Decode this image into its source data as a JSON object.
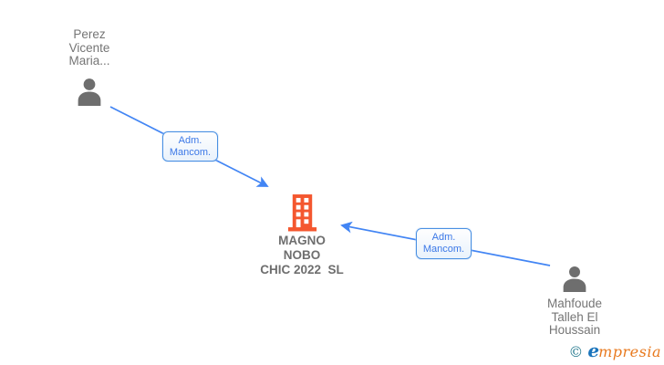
{
  "diagram": {
    "nodes": {
      "person1": {
        "type": "person",
        "name_lines": [
          "Perez",
          "Vicente",
          "Maria..."
        ]
      },
      "company": {
        "type": "company",
        "name_lines": [
          "MAGNO",
          "NOBO",
          "CHIC 2022  SL"
        ]
      },
      "person2": {
        "type": "person",
        "name_lines": [
          "Mahfoude",
          "Talleh El",
          "Houssain"
        ]
      }
    },
    "edges": [
      {
        "from": "person1",
        "to": "company",
        "label_lines": [
          "Adm.",
          "Mancom."
        ]
      },
      {
        "from": "person2",
        "to": "company",
        "label_lines": [
          "Adm.",
          "Mancom."
        ]
      }
    ]
  },
  "footer": {
    "copyright_symbol": "©",
    "brand_initial": "e",
    "brand_rest": "mpresia"
  },
  "colors": {
    "edge_blue": "#4285f4",
    "label_border": "#4a90e2",
    "label_text": "#3b78e7",
    "person_gray": "#6e6e6e",
    "name_text_gray": "#757575",
    "company_text_gray": "#6e6e6e",
    "building_orange": "#f4572f",
    "logo_teal": "#2e7f93",
    "logo_blue": "#1c75bc",
    "logo_orange": "#e8791e"
  }
}
